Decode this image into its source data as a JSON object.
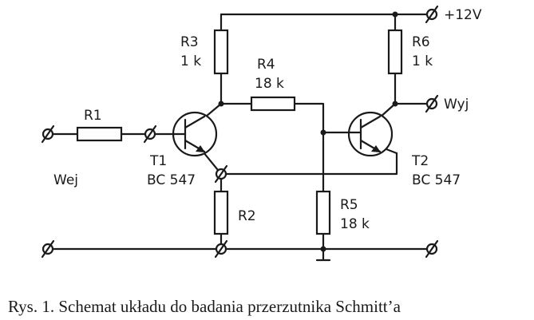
{
  "figure": {
    "caption": "Rys. 1. Schemat układu do badania przerzutnika Schmitt’a"
  },
  "components": {
    "r1": {
      "name": "R1"
    },
    "r2": {
      "name": "R2"
    },
    "r3": {
      "name": "R3",
      "value": "1 k"
    },
    "r4": {
      "name": "R4",
      "value": "18 k"
    },
    "r5": {
      "name": "R5",
      "value": "18 k"
    },
    "r6": {
      "name": "R6",
      "value": "1 k"
    },
    "t1": {
      "name": "T1",
      "type": "BC 547"
    },
    "t2": {
      "name": "T2",
      "type": "BC 547"
    }
  },
  "terminals": {
    "supply": "+12V",
    "input": "Wej",
    "output": "Wyj"
  }
}
